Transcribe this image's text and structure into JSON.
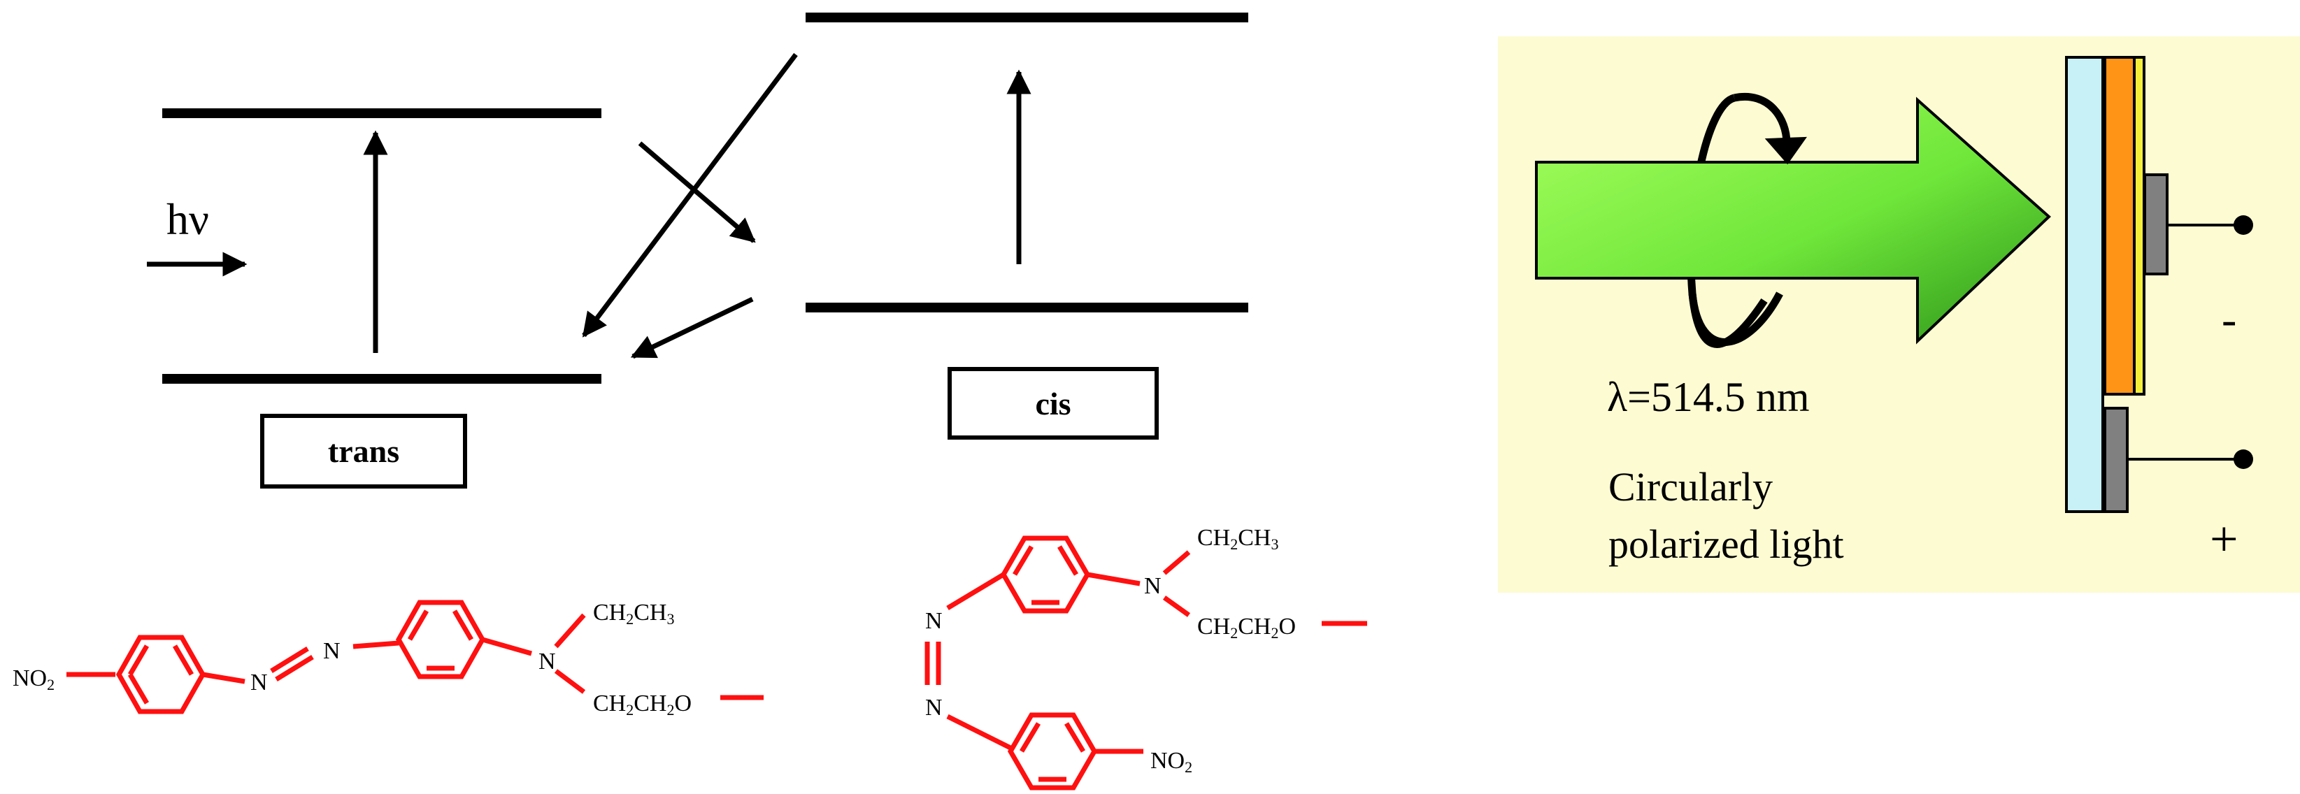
{
  "energy_diagram": {
    "photon_label": "hν",
    "trans_label": "trans",
    "cis_label": "cis"
  },
  "trans_molecule": {
    "no2": "NO2",
    "azo_n1": "N",
    "azo_n2": "N",
    "amine_n": "N",
    "ethyl": "CH2CH3",
    "ether": "CH2CH2O"
  },
  "cis_molecule": {
    "no2": "NO2",
    "azo_n1": "N",
    "azo_n2": "N",
    "amine_n": "N",
    "ethyl": "CH2CH3",
    "ether": "CH2CH2O"
  },
  "setup_panel": {
    "wavelength": "λ=514.5 nm",
    "light_line1": "Circularly",
    "light_line2": "polarized light",
    "minus_sign": "-",
    "plus_sign": "+",
    "colors": {
      "panel_bg": "#fdfbd2",
      "beam_light": "#7ef542",
      "beam_dark": "#2e9e1a",
      "substrate": "#c8f0f7",
      "film": "#ff9416",
      "electrode_top": "#f5ef3a",
      "contact": "#808080"
    }
  }
}
